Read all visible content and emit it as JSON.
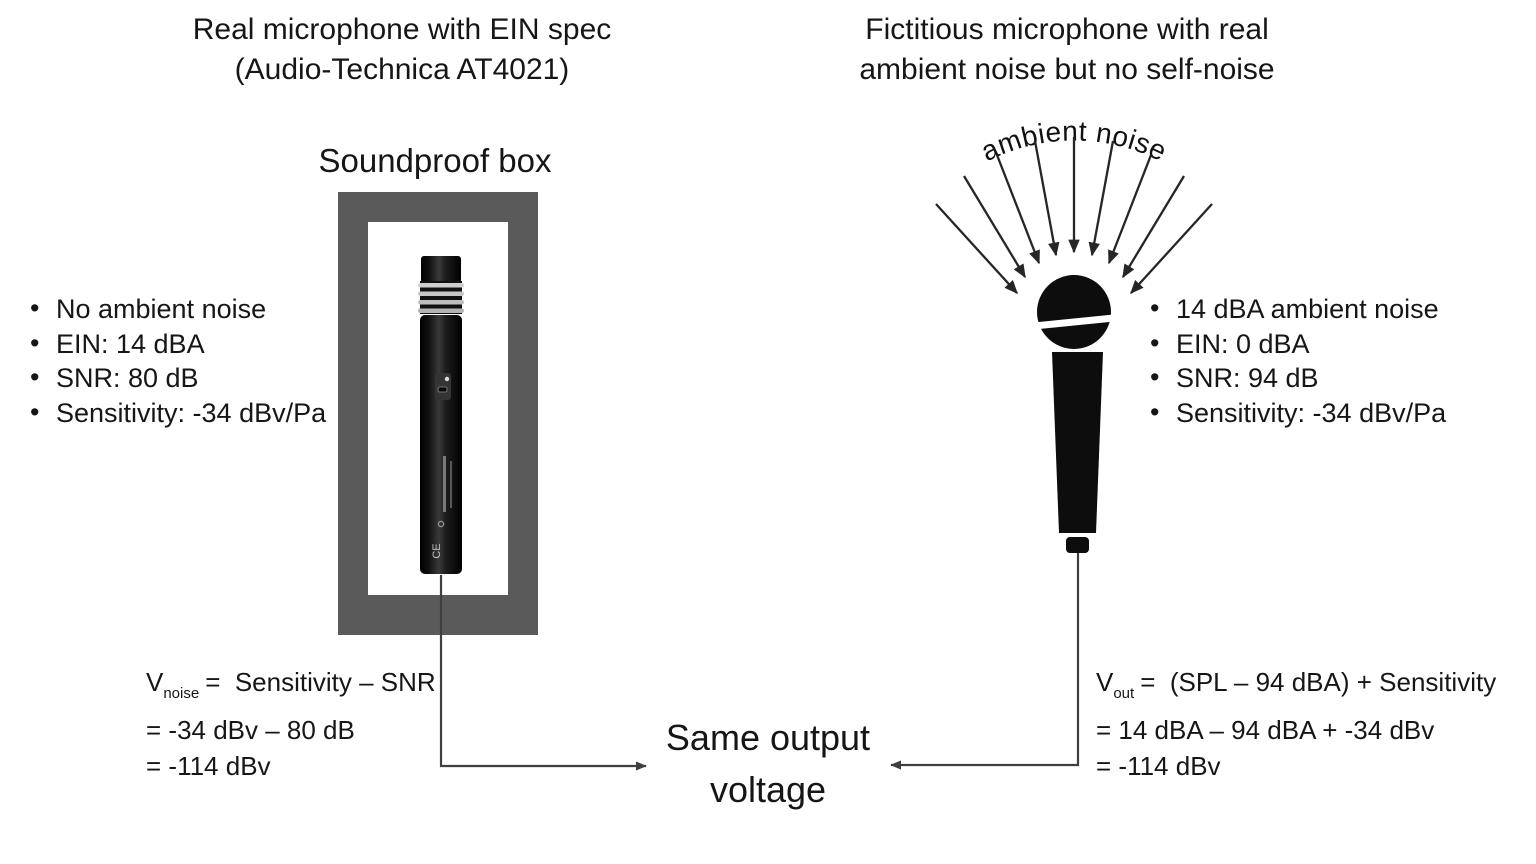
{
  "left": {
    "title": "Real microphone with EIN spec\n(Audio-Technica AT4021)",
    "box_label": "Soundproof box",
    "mic_ce_mark": "CE",
    "specs": [
      "No ambient noise",
      "EIN: 14 dBA",
      "SNR: 80 dB",
      "Sensitivity: -34 dBv/Pa"
    ],
    "formula": {
      "variable": "V",
      "subscript": "noise",
      "expression": "=  Sensitivity – SNR",
      "step2": "= -34 dBv – 80 dB",
      "result": "= -114 dBv"
    }
  },
  "right": {
    "title": "Fictitious microphone with real\nambient noise but no self-noise",
    "ambient_label": "ambient noise",
    "specs": [
      "14 dBA ambient noise",
      "EIN: 0 dBA",
      "SNR: 94 dB",
      "Sensitivity: -34 dBv/Pa"
    ],
    "formula": {
      "variable": "V",
      "subscript": "out",
      "expression": "=  (SPL – 94 dBA) + Sensitivity",
      "step2": "= 14 dBA – 94 dBA + -34 dBv",
      "result": "= -114 dBv"
    }
  },
  "center": {
    "label": "Same output\nvoltage"
  },
  "colors": {
    "box_gray": "#5a5a5a",
    "connector_line": "#3f3f3f",
    "ambient_arrow": "#262626",
    "text": "#161616",
    "mic_black": "#0d0d0d"
  }
}
